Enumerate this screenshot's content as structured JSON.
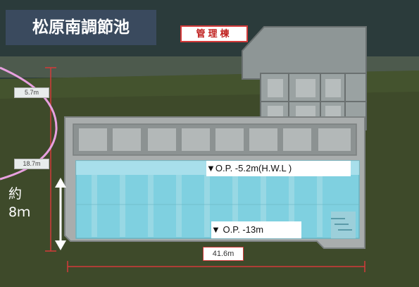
{
  "title": "松原南調節池",
  "building_label": "管理棟",
  "water_levels": {
    "hwl": "▼O.P. -5.2m(H.W.L )",
    "bottom": "▼ O.P. -13m"
  },
  "dimensions": {
    "upper_left": "5.7m",
    "mid_left": "18.7m",
    "width": "41.6m"
  },
  "depth_note": {
    "line1": "約",
    "line2": "8ｍ"
  },
  "colors": {
    "title_bg": "#3a4a5e",
    "label_border": "#d33a3a",
    "water": "#7fd0e0",
    "concrete": "#a9adad",
    "ground": "#3e4a2a",
    "sky": "#2b3b3b",
    "annotation_circle": "#e8a0e0"
  }
}
